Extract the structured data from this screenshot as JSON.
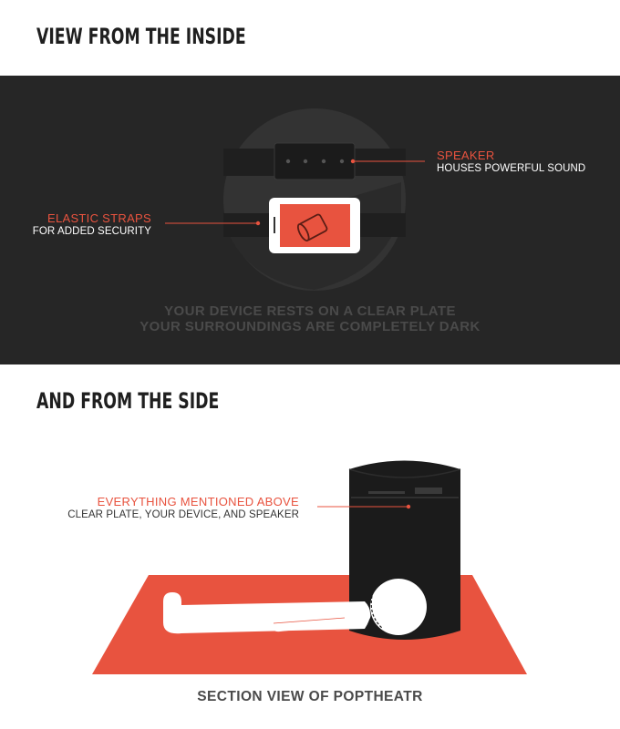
{
  "sections": {
    "inside": {
      "heading": "VIEW FROM THE INSIDE",
      "speaker_title": "SPEAKER",
      "speaker_desc": "HOUSES POWERFUL SOUND",
      "straps_title": "ELASTIC STRAPS",
      "straps_desc": "FOR ADDED SECURITY",
      "note_line1": "YOUR DEVICE RESTS ON A CLEAR PLATE",
      "note_line2": "YOUR SURROUNDINGS ARE COMPLETELY DARK"
    },
    "side": {
      "heading": "AND FROM THE SIDE",
      "label_title": "EVERYTHING MENTIONED ABOVE",
      "label_desc": "CLEAR PLATE, YOUR DEVICE, AND SPEAKER",
      "caption": "SECTION VIEW OF POPTHEATR"
    }
  },
  "icons": [
    "speaker-icon",
    "phone-icon",
    "play-icon",
    "person-icon",
    "head-icon"
  ],
  "colors": {
    "accent": "#e8533f",
    "dark_bg": "#262626",
    "circle": "#333333",
    "device": "#1b1b1b",
    "mat": "#e8533f"
  }
}
